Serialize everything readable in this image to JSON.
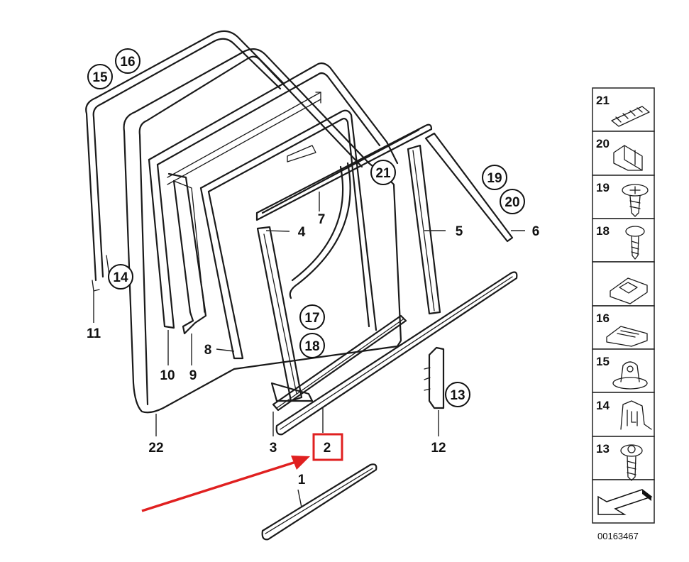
{
  "part_labels": [
    "1",
    "2",
    "3",
    "4",
    "5",
    "6",
    "7",
    "8",
    "9",
    "10",
    "11",
    "12",
    "13",
    "14",
    "15",
    "16",
    "17",
    "18",
    "19",
    "20",
    "21",
    "22"
  ],
  "circled_labels": {
    "c15": "15",
    "c16": "16",
    "c14": "14",
    "c21": "21",
    "c19": "19",
    "c20": "20",
    "c17": "17",
    "c18": "18",
    "c13": "13"
  },
  "plain_labels": {
    "p1": "1",
    "p2": "2",
    "p3": "3",
    "p4": "4",
    "p5": "5",
    "p6": "6",
    "p7": "7",
    "p8": "8",
    "p9": "9",
    "p10": "10",
    "p11": "11",
    "p12": "12",
    "p22": "22"
  },
  "side_panel": [
    "21",
    "20",
    "19",
    "18",
    "",
    "16",
    "15",
    "14",
    "13",
    ""
  ],
  "catalog_number": "00163467",
  "highlight_label": "2",
  "colors": {
    "highlight": "#e02020",
    "line": "#1a1a1a",
    "background": "#ffffff"
  }
}
